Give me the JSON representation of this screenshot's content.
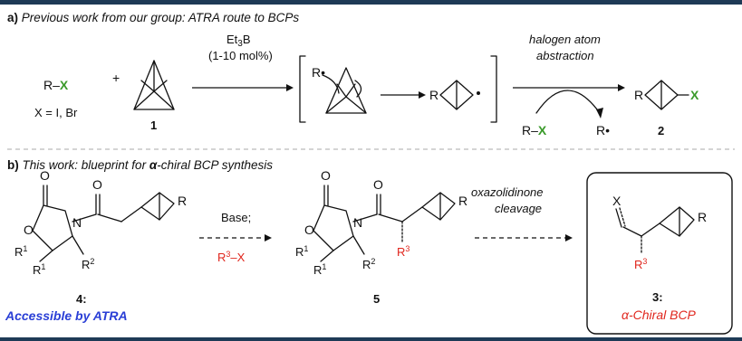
{
  "section_a": {
    "label": "a)",
    "title": "Previous work from our group: ATRA route to BCPs",
    "reactant_rx": "R",
    "reactant_x": "X",
    "x_def": "X = I, Br",
    "plus": "+",
    "compound1_label": "1",
    "catalyst_et": "Et",
    "catalyst_sub": "3",
    "catalyst_b": "B",
    "catalyst_loading": "(1-10 mol%)",
    "radical_r": "R",
    "product_r": "R",
    "haa_line1": "halogen atom",
    "haa_line2": "abstraction",
    "rx_bottom_r": "R",
    "rx_bottom_x": "X",
    "r_radical": "R",
    "product2_r": "R",
    "product2_x": "X",
    "compound2_label": "2"
  },
  "section_b": {
    "label": "b)",
    "title_pre": "This work: blueprint for ",
    "title_alpha": "α",
    "title_post": "-chiral BCP synthesis",
    "cmpd4": {
      "O1": "O",
      "O2": "O",
      "O3": "O",
      "N": "N",
      "R": "R",
      "R1a": "R",
      "R1a_sup": "1",
      "R1b": "R",
      "R1b_sup": "1",
      "R2": "R",
      "R2_sup": "2"
    },
    "compound4_label": "4:",
    "compound4_caption": "Accessible by ATRA",
    "base": "Base;",
    "r3x_r": "R",
    "r3x_sup": "3",
    "r3x_x": "–X",
    "cmpd5": {
      "O1": "O",
      "O2": "O",
      "O3": "O",
      "N": "N",
      "R": "R",
      "R1a": "R",
      "R1a_sup": "1",
      "R1b": "R",
      "R1b_sup": "1",
      "R2": "R",
      "R2_sup": "2",
      "R3": "R",
      "R3_sup": "3"
    },
    "compound5_label": "5",
    "cleave_line1": "oxazolidinone",
    "cleave_line2": "cleavage",
    "cmpd3": {
      "X": "X",
      "R": "R",
      "R3": "R",
      "R3_sup": "3"
    },
    "compound3_label": "3:",
    "compound3_caption_alpha": "α",
    "compound3_caption": "-Chiral BCP"
  }
}
